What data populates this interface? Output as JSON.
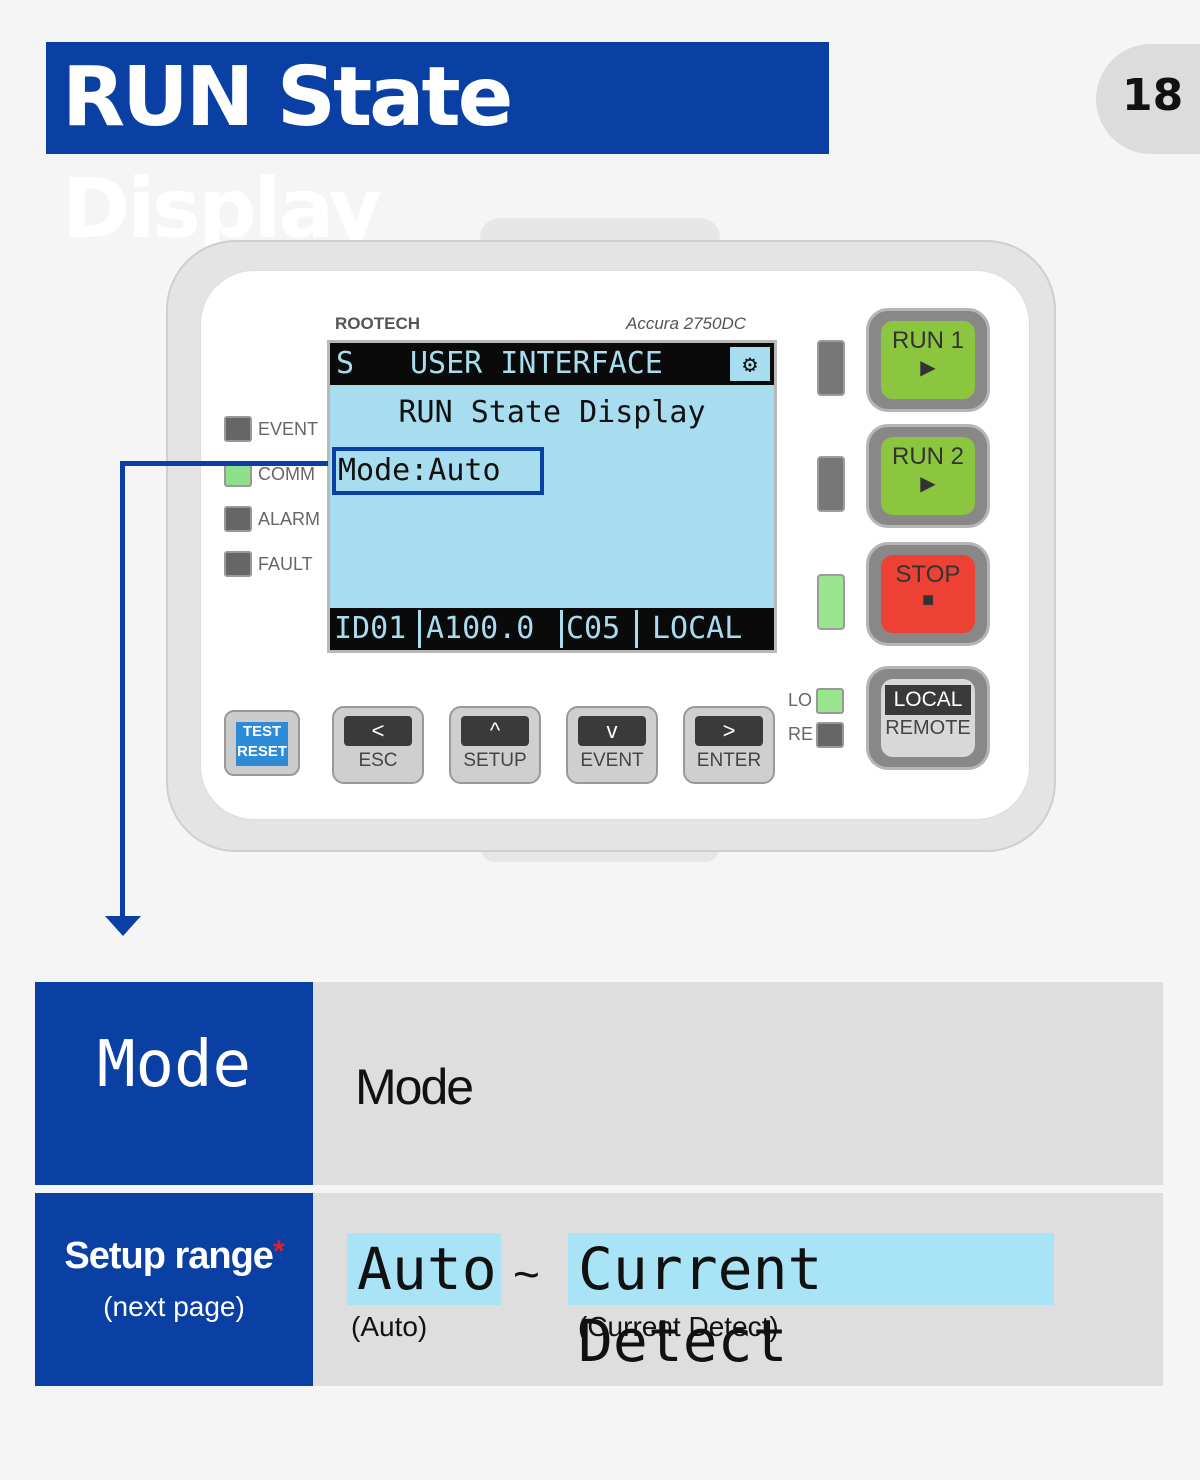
{
  "header": {
    "title": "RUN State Display",
    "page_number": "18"
  },
  "device": {
    "brand": "ROOTECH",
    "model": "Accura 2750DC",
    "lcd": {
      "top_left": "S",
      "top_title": "USER INTERFACE",
      "top_icon": "settings-icon",
      "subtitle": "RUN State Display",
      "mode_line": "Mode:Auto",
      "footer": [
        "ID01",
        "A100.0",
        "C05",
        "LOCAL"
      ]
    },
    "status_leds": [
      {
        "label": "EVENT",
        "on": false
      },
      {
        "label": "COMM",
        "on": true
      },
      {
        "label": "ALARM",
        "on": false
      },
      {
        "label": "FAULT",
        "on": false
      }
    ],
    "buttons": {
      "run1": {
        "line1": "RUN 1",
        "line2": "▶"
      },
      "run2": {
        "line1": "RUN 2",
        "line2": "▶"
      },
      "stop": {
        "line1": "STOP",
        "line2": "■"
      },
      "local_remote": {
        "line1": "LOCAL",
        "line2": "REMOTE"
      },
      "test_reset": {
        "line1": "TEST",
        "line2": "RESET"
      },
      "esc": {
        "glyph": "<",
        "label": "ESC"
      },
      "setup": {
        "glyph": "^",
        "label": "SETUP"
      },
      "event": {
        "glyph": "v",
        "label": "EVENT"
      },
      "enter": {
        "glyph": ">",
        "label": "ENTER"
      }
    },
    "lo_label": "LO",
    "re_label": "RE",
    "colors": {
      "lcd": "#a8dcef",
      "run": "#8cc63e",
      "stop": "#ee4136",
      "accent": "#0a3fa4"
    }
  },
  "table": {
    "mode": {
      "code": "Mode",
      "description": "Mode"
    },
    "setup_range": {
      "label": "Setup range",
      "asterisk": "*",
      "sublabel": "(next page)",
      "from_code": "Auto",
      "separator": "~",
      "to_code": "Current Detect",
      "from_caption": "(Auto)",
      "to_caption": "(Current Detect)"
    }
  }
}
